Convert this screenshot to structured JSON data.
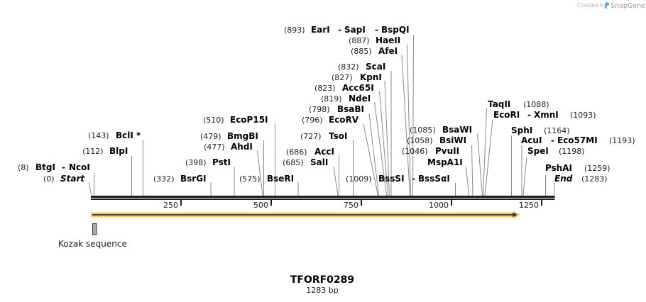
{
  "watermark": {
    "prefix": "Created by",
    "brand": "SnapGene",
    "logo_icon": "snapgene-logo-icon"
  },
  "map": {
    "title": "TFORF0289",
    "size": "1283 bp",
    "separator": "-",
    "ticks": [
      "250",
      "500",
      "750",
      "1000",
      "1250"
    ],
    "colors": {
      "backbone": "#1c1c1c",
      "site_line": "#8a8a8a",
      "feature_orange": "#f9cb7e",
      "feature_orange_core": "#4f3d1c",
      "kozak_fill": "#a8aab0"
    },
    "features": [
      {
        "name": "Kozak sequence"
      }
    ],
    "sites": [
      {
        "pos": "(0)",
        "names": [
          "Start"
        ]
      },
      {
        "pos": "(8)",
        "names": [
          "BtgI",
          "NcoI"
        ]
      },
      {
        "pos": "(112)",
        "names": [
          "BlpI"
        ]
      },
      {
        "pos": "(143)",
        "names": [
          "BclI *"
        ]
      },
      {
        "pos": "(332)",
        "names": [
          "BsrGI"
        ]
      },
      {
        "pos": "(398)",
        "names": [
          "PstI"
        ]
      },
      {
        "pos": "(477)",
        "names": [
          "AhdI"
        ]
      },
      {
        "pos": "(479)",
        "names": [
          "BmgBI"
        ]
      },
      {
        "pos": "(510)",
        "names": [
          "EcoP15I"
        ]
      },
      {
        "pos": "(575)",
        "names": [
          "BseRI"
        ]
      },
      {
        "pos": "(685)",
        "names": [
          "SalI"
        ]
      },
      {
        "pos": "(686)",
        "names": [
          "AccI"
        ]
      },
      {
        "pos": "(727)",
        "names": [
          "TsoI"
        ]
      },
      {
        "pos": "(796)",
        "names": [
          "EcoRV"
        ]
      },
      {
        "pos": "(798)",
        "names": [
          "BsaBI"
        ]
      },
      {
        "pos": "(819)",
        "names": [
          "NdeI"
        ]
      },
      {
        "pos": "(823)",
        "names": [
          "Acc65I"
        ]
      },
      {
        "pos": "(827)",
        "names": [
          "KpnI"
        ]
      },
      {
        "pos": "(832)",
        "names": [
          "ScaI"
        ]
      },
      {
        "pos": "(885)",
        "names": [
          "AfeI"
        ]
      },
      {
        "pos": "(887)",
        "names": [
          "HaeII"
        ]
      },
      {
        "pos": "(893)",
        "names": [
          "EarI",
          "SapI",
          "BspQI"
        ]
      },
      {
        "pos": "(1009)",
        "names": [
          "BssSI",
          "BssSαI"
        ]
      },
      {
        "pos": "(1046)",
        "names": [
          "PvuII",
          "MspA1I"
        ]
      },
      {
        "pos": "(1058)",
        "names": [
          "BsiWI"
        ]
      },
      {
        "pos": "(1085)",
        "names": [
          "BsaWI"
        ]
      },
      {
        "pos": "(1088)",
        "names": [
          "TaqII"
        ]
      },
      {
        "pos": "(1093)",
        "names": [
          "EcoRI",
          "XmnI"
        ]
      },
      {
        "pos": "(1164)",
        "names": [
          "SphI"
        ]
      },
      {
        "pos": "(1193)",
        "names": [
          "AcuI",
          "Eco57MI"
        ]
      },
      {
        "pos": "(1198)",
        "names": [
          "SpeI"
        ]
      },
      {
        "pos": "(1259)",
        "names": [
          "PshAI"
        ]
      },
      {
        "pos": "(1283)",
        "names": [
          "End"
        ]
      }
    ]
  }
}
